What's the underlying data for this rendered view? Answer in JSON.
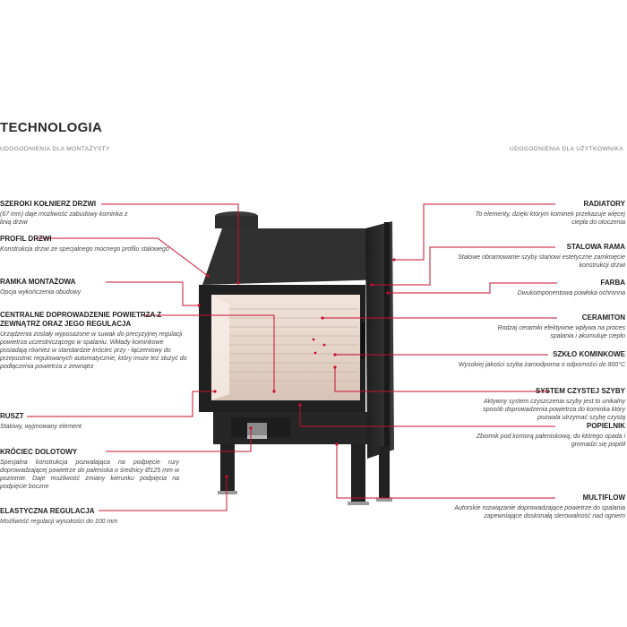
{
  "header": {
    "title": "TECHNOLOGIA",
    "left_subtitle": "UDOGODNIENIA DLA MONTAŻYSTY",
    "right_subtitle": "UDOGODNIENIA DLA UŻYTKOWNIKA"
  },
  "left_features": [
    {
      "title": "SZEROKI KOŁNIERZ DRZWI",
      "desc": "(67 mm) daje możliwość zabudowy kominka z linią drzwi"
    },
    {
      "title": "PROFIL DRZWI",
      "desc": "Konstrukcja drzwi ze specjalnego mocnego profilu stalowego"
    },
    {
      "title": "RAMKA MONTAŻOWA",
      "desc": "Opcja wykończenia obudowy"
    },
    {
      "title": "CENTRALNE DOPROWADZENIE POWIETRZA Z ZEWNĄTRZ ORAZ JEGO REGULACJA",
      "desc": "Urządzenia zostały wyposażone w suwak do precyzyjnej regulacji powietrza uczestniczącego w spalaniu. Wkłady kominkowe posiadają również w standardzie króciec przy - łączeniowy do przepustnic regulowanych automatycznie, który może też służyć do podłączenia powietrza z zewnątrz"
    },
    {
      "title": "RUSZT",
      "desc": "Stalowy, wyjmowany element"
    },
    {
      "title": "KRÓCIEC DOLOTOWY",
      "desc": "Specjalna konstrukcja pozwalająca na podpięcie rury doprowadzającej powietrze do paleniska o średnicy Ø125 mm w poziomie. Daje możliwość zmiany kierunku podpięcia na podpięcie boczne"
    },
    {
      "title": "ELASTYCZNA REGULACJA",
      "desc": "Możliwość regulacji wysokości do 100 mm"
    }
  ],
  "right_features": [
    {
      "title": "RADIATORY",
      "desc": "To elementy, dzięki którym kominek przekazuje więcej ciepła do otoczenia"
    },
    {
      "title": "STALOWA RAMA",
      "desc": "Stalowe obramowanie szyby stanowi estetyczne zamknięcie konstrukcji drzwi"
    },
    {
      "title": "FARBA",
      "desc": "Dwukomponentowa powłoka ochronna"
    },
    {
      "title": "CERAMITON",
      "desc": "Rodzaj ceramiki efektywnie wpływa na proces spalania i akumuluje ciepło"
    },
    {
      "title": "SZKŁO KOMINKOWE",
      "desc": "Wysokiej jakości szyba żaroodporna o odporności do 800°C"
    },
    {
      "title": "SYSTEM CZYSTEJ SZYBY",
      "desc": "Aktywny system czyszczenia szyby jest to unikalny sposób doprowadzenia powietrza do kominka który pozwala utrzymać szybę czystą"
    },
    {
      "title": "POPIELNIK",
      "desc": "Zbiornik pod komorą paleniskową, do którego opada i gromadzi się popiół"
    },
    {
      "title": "MULTIFLOW",
      "desc": "Autorskie rozwiązanie doprowadzające powietrze do spalania zapewniające doskonałą sterowalność nad ogniem"
    }
  ],
  "colors": {
    "accent": "#c8102e",
    "stove": "#2b2b2b",
    "firebox": "#e9dcd2"
  }
}
